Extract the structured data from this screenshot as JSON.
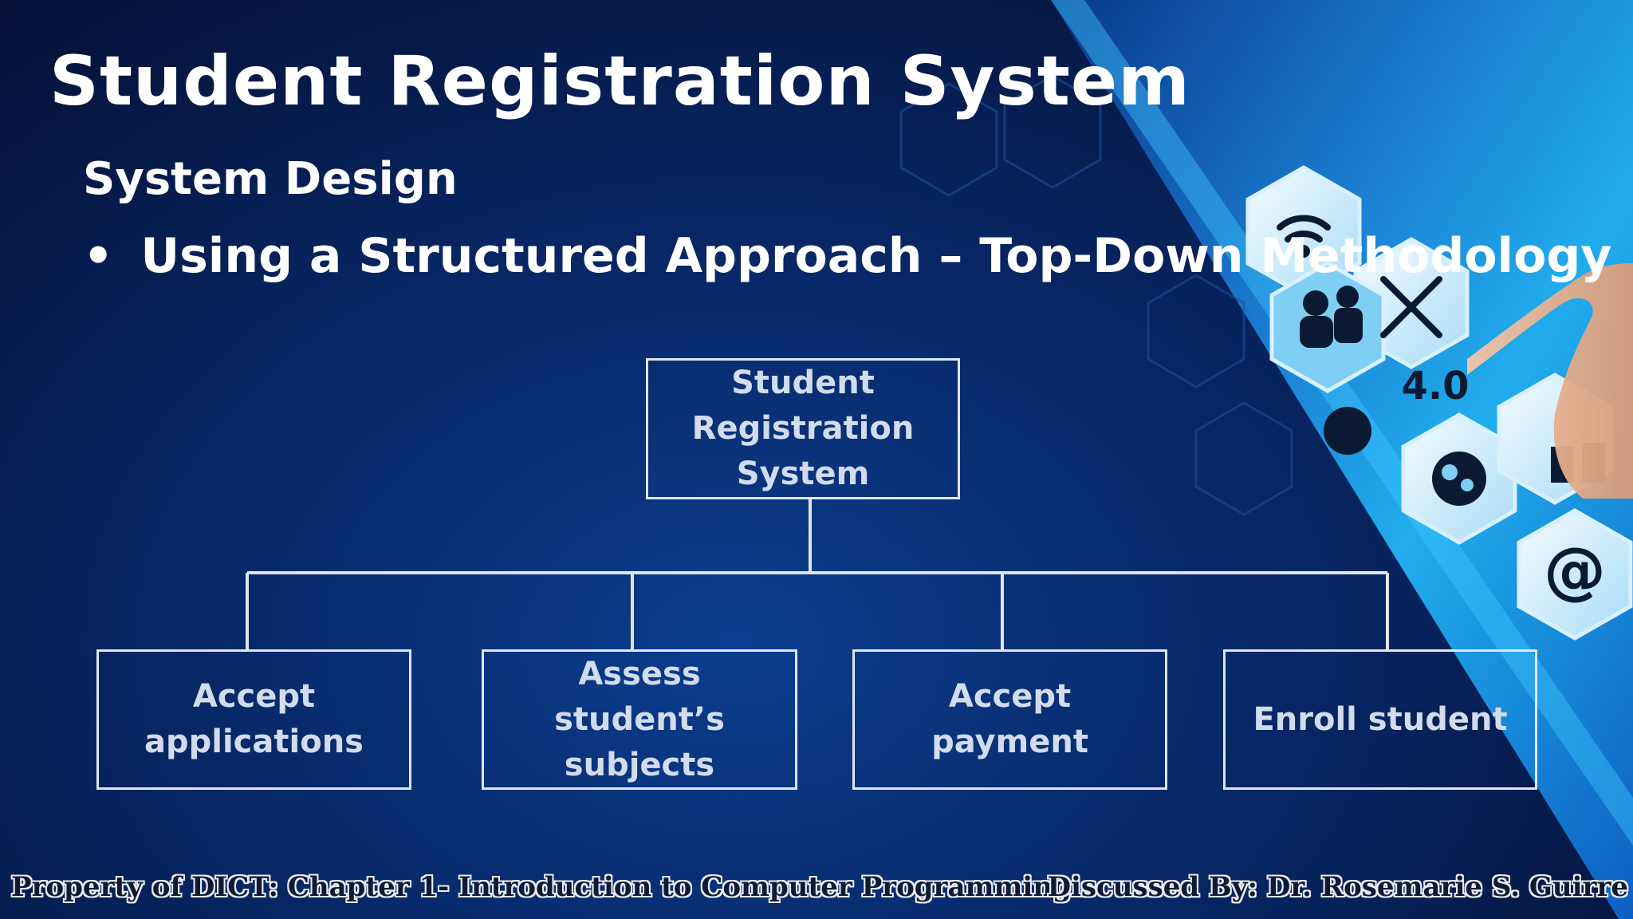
{
  "slide": {
    "title": "Student Registration System",
    "subtitle": "System Design",
    "bullet_marker": "•",
    "bullet": "Using a Structured Approach – Top-Down Methodology"
  },
  "chart": {
    "root": {
      "label": "Student\nRegistration\nSystem"
    },
    "children": [
      {
        "label": "Accept\napplications"
      },
      {
        "label": "Assess\nstudent’s\nsubjects"
      },
      {
        "label": "Accept\npayment"
      },
      {
        "label": "Enroll student"
      }
    ]
  },
  "decoration": {
    "badge_text": "4.0",
    "at_symbol": "@",
    "icons": [
      "wifi-icon",
      "people-icon",
      "tools-icon",
      "service-gear-icon",
      "head-gears-icon",
      "at-sign-icon",
      "chip-icon",
      "hand-icon"
    ]
  },
  "footer": {
    "left": "Property of DICT: Chapter 1- Introduction to Computer Programming",
    "right": "Discussed By: Dr. Rosemarie S. Guirre"
  },
  "colors": {
    "background": "#061a4a",
    "accent": "#1aa6f0",
    "text": "#ffffff",
    "box_border": "#dfe6f2"
  }
}
